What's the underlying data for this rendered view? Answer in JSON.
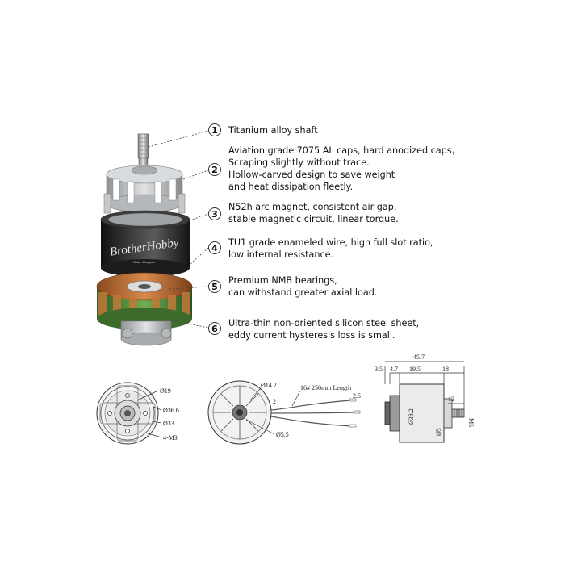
{
  "callouts": [
    {
      "number": "1",
      "lines": [
        "Titanium alloy shaft"
      ]
    },
    {
      "number": "2",
      "lines": [
        "Aviation grade 7075 AL caps, hard anodized caps，",
        "Scraping slightly without trace.",
        "Hollow-carved design to save weight",
        "and heat dissipation fleetly."
      ]
    },
    {
      "number": "3",
      "lines": [
        "N52h arc magnet, consistent air gap,",
        "stable magnetic circuit, linear torque."
      ]
    },
    {
      "number": "4",
      "lines": [
        "TU1 grade enameled wire, high full slot ratio,",
        "low internal resistance."
      ]
    },
    {
      "number": "5",
      "lines": [
        "Premium NMB bearings,",
        "can withstand greater axial load."
      ]
    },
    {
      "number": "6",
      "lines": [
        "Ultra-thin non-oriented silicon steel sheet,",
        "eddy current hysteresis loss is small."
      ]
    }
  ],
  "brand": {
    "name": "BrotherHobby",
    "sub": "Make it happen"
  },
  "drawings": {
    "front": {
      "d1": "Ø19",
      "d2": "Ø36.6",
      "d3": "Ø33",
      "holes": "4-M3"
    },
    "rear": {
      "d1": "Ø14.2",
      "wire": "16# 250mm Length",
      "w1": "2",
      "w2": "2.5",
      "d2": "Ø5.5"
    },
    "side": {
      "total": "45.7",
      "seg1": "3.5",
      "seg2": "4.7",
      "seg3": "19.5",
      "seg4": "18",
      "shaft_len": "12",
      "body_dia": "Ø38.2",
      "shaft_dia": "Ø5",
      "thread": "M5"
    }
  },
  "colors": {
    "copper": "#b8672e",
    "green": "#4f8f3c",
    "bell": "#2b2b2b",
    "alu": "#c9ccce"
  }
}
